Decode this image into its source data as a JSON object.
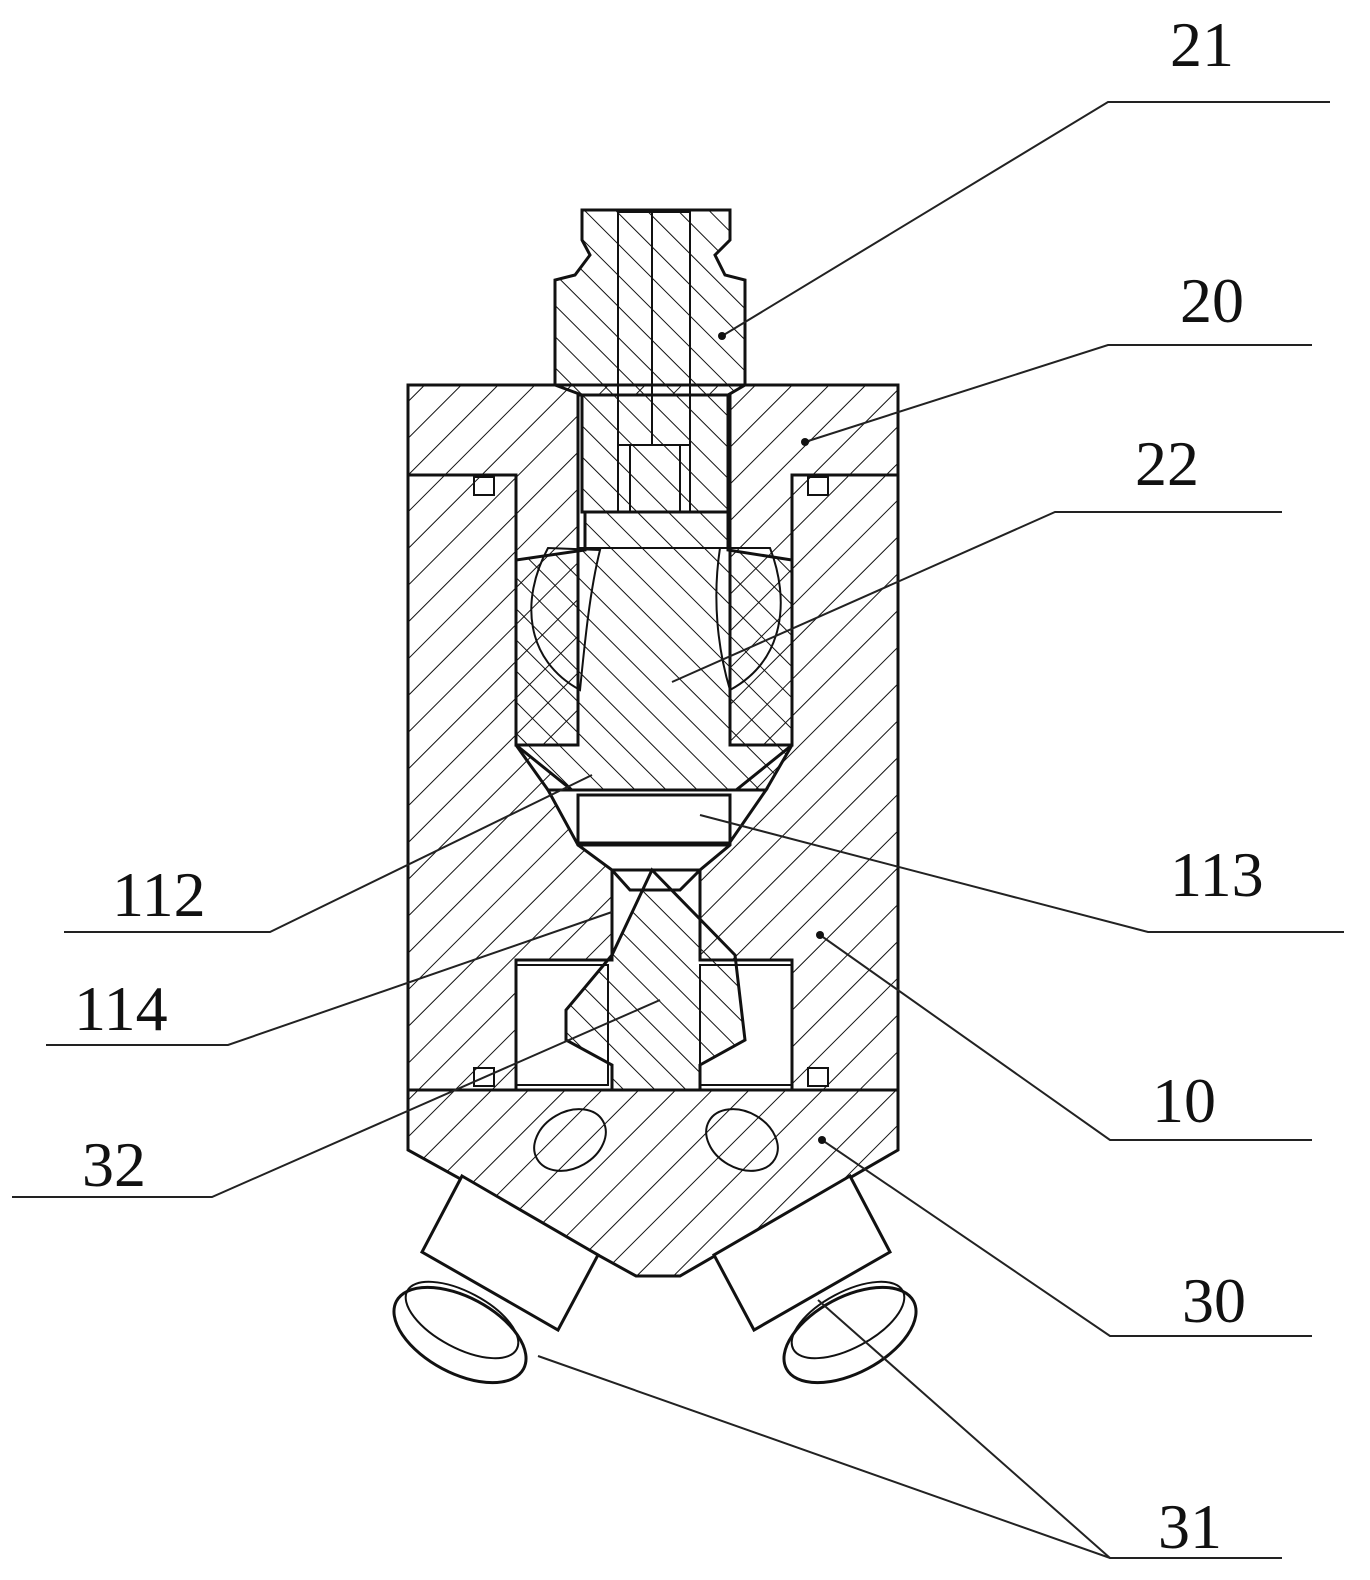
{
  "figure": {
    "labels": {
      "l21": "21",
      "l20": "20",
      "l22": "22",
      "l112": "112",
      "l113": "113",
      "l114": "114",
      "l10": "10",
      "l32": "32",
      "l30": "30",
      "l31": "31"
    },
    "colors": {
      "line": "#111111",
      "background": "#ffffff"
    }
  }
}
